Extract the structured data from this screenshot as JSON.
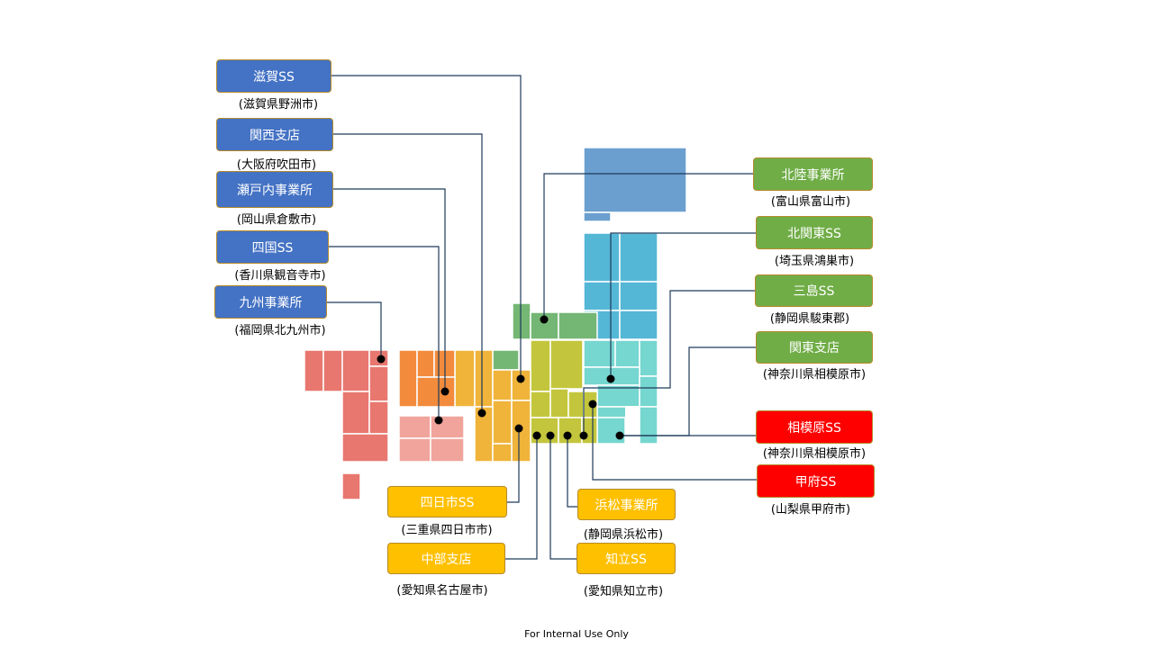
{
  "offices": {
    "shiga": {
      "name": "滋賀SS",
      "location": "(滋賀県野洲市)"
    },
    "kansai": {
      "name": "関西支店",
      "location": "(大阪府吹田市)"
    },
    "setouchi": {
      "name": "瀬戸内事業所",
      "location": "(岡山県倉敷市)"
    },
    "shikoku": {
      "name": "四国SS",
      "location": "(香川県観音寺市)"
    },
    "kyushu": {
      "name": "九州事業所",
      "location": "(福岡県北九州市)"
    },
    "hokuriku": {
      "name": "北陸事業所",
      "location": "(富山県富山市)"
    },
    "kitakanto": {
      "name": "北関東SS",
      "location": "(埼玉県鴻巣市)"
    },
    "mishima": {
      "name": "三島SS",
      "location": "(静岡県駿東郡)"
    },
    "kanto": {
      "name": "関東支店",
      "location": "(神奈川県相模原市)"
    },
    "sagamihara": {
      "name": "相模原SS",
      "location": "(神奈川県相模原市)"
    },
    "kofu": {
      "name": "甲府SS",
      "location": "(山梨県甲府市)"
    },
    "yokkaichi": {
      "name": "四日市SS",
      "location": "(三重県四日市市)"
    },
    "chubu": {
      "name": "中部支店",
      "location": "(愛知県名古屋市)"
    },
    "hamamatsu": {
      "name": "浜松事業所",
      "location": "(静岡県浜松市)"
    },
    "chiryu": {
      "name": "知立SS",
      "location": "(愛知県知立市)"
    }
  },
  "region_colors": {
    "kyushu": "#e8776f",
    "shikoku": "#f0a49c",
    "chugoku": "#f28b3c",
    "kinki": "#f0b43a",
    "chubu": "#c3c63c",
    "hokuriku": "#74b674",
    "kanto": "#76d6d0",
    "tohoku": "#55b7d6",
    "hokkaido": "#6a9fcf"
  },
  "footer": "For Internal Use Only"
}
